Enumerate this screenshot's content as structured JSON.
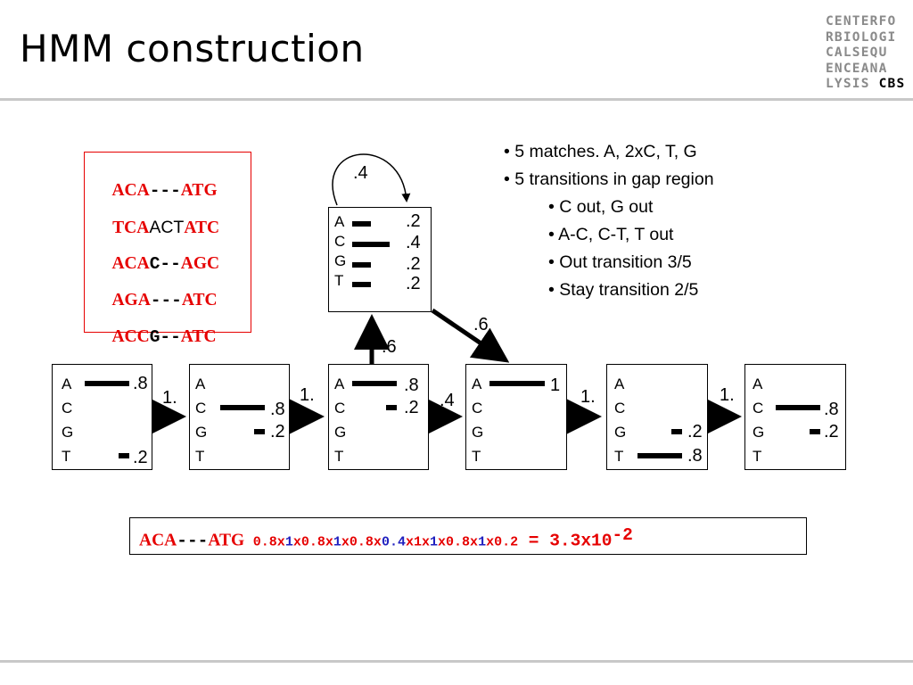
{
  "title": "HMM construction",
  "logo": {
    "lines": [
      "CENTERFO",
      "RBIOLOGI",
      "CALSEQU",
      "ENCEANA",
      "LYSIS"
    ],
    "cbs": "CBS"
  },
  "alignment": [
    {
      "parts": [
        {
          "t": "ACA",
          "c": "red"
        },
        {
          "t": "---",
          "c": "black"
        },
        {
          "t": "ATG",
          "c": "red"
        }
      ]
    },
    {
      "parts": [
        {
          "t": "TCA",
          "c": "red"
        },
        {
          "t": "ACT",
          "c": "black"
        },
        {
          "t": "ATC",
          "c": "red"
        }
      ]
    },
    {
      "parts": [
        {
          "t": "ACA",
          "c": "red"
        },
        {
          "t": "C--",
          "c": "black"
        },
        {
          "t": "AGC",
          "c": "red"
        }
      ]
    },
    {
      "parts": [
        {
          "t": "AGA",
          "c": "red"
        },
        {
          "t": "---",
          "c": "black"
        },
        {
          "t": "ATC",
          "c": "red"
        }
      ]
    },
    {
      "parts": [
        {
          "t": "ACC",
          "c": "red"
        },
        {
          "t": "G--",
          "c": "black"
        },
        {
          "t": "ATC",
          "c": "red"
        }
      ]
    }
  ],
  "bullets": [
    {
      "text": "• 5 matches. A, 2xC, T, G",
      "level": 0
    },
    {
      "text": "• 5 transitions in gap region",
      "level": 0
    },
    {
      "text": "• C out, G out",
      "level": 1
    },
    {
      "text": "• A-C, C-T, T out",
      "level": 1
    },
    {
      "text": "• Out transition 3/5",
      "level": 1
    },
    {
      "text": "• Stay transition 2/5",
      "level": 1
    }
  ],
  "match_states": [
    {
      "emissions": {
        "A": ".8",
        "C": "",
        "G": "",
        "T": ".2"
      },
      "fractions": {
        "A": 0.8,
        "C": 0,
        "G": 0,
        "T": 0.2
      }
    },
    {
      "emissions": {
        "A": "",
        "C": ".8",
        "G": ".2",
        "T": ""
      },
      "fractions": {
        "A": 0,
        "C": 0.8,
        "G": 0.2,
        "T": 0
      }
    },
    {
      "emissions": {
        "A": ".8",
        "C": ".2",
        "G": "",
        "T": ""
      },
      "fractions": {
        "A": 0.8,
        "C": 0.2,
        "G": 0,
        "T": 0
      }
    },
    {
      "emissions": {
        "A": "1",
        "C": "",
        "G": "",
        "T": ""
      },
      "fractions": {
        "A": 1.0,
        "C": 0,
        "G": 0,
        "T": 0
      }
    },
    {
      "emissions": {
        "A": "",
        "C": "",
        "G": ".2",
        "T": ".8"
      },
      "fractions": {
        "A": 0,
        "C": 0,
        "G": 0.2,
        "T": 0.8
      }
    },
    {
      "emissions": {
        "A": "",
        "C": ".8",
        "G": ".2",
        "T": ""
      },
      "fractions": {
        "A": 0,
        "C": 0.8,
        "G": 0.2,
        "T": 0
      }
    }
  ],
  "insert_state": {
    "emissions": {
      "A": ".2",
      "C": ".4",
      "G": ".2",
      "T": ".2"
    },
    "fractions": {
      "A": 0.2,
      "C": 0.4,
      "G": 0.2,
      "T": 0.2
    }
  },
  "transitions": {
    "t1": "1.",
    "t2": "1.",
    "t3": ".4",
    "t4": "1.",
    "t5": "1.",
    "to_insert": ".6",
    "from_insert": ".6",
    "self_loop": ".4"
  },
  "calculation": {
    "seq_red1": "ACA",
    "seq_dash": "---",
    "seq_red2": "ATG",
    "factors": [
      {
        "t": "0.8",
        "c": "r"
      },
      {
        "t": "x",
        "c": "r"
      },
      {
        "t": "1",
        "c": "b"
      },
      {
        "t": "x",
        "c": "r"
      },
      {
        "t": "0.8",
        "c": "r"
      },
      {
        "t": "x",
        "c": "r"
      },
      {
        "t": "1",
        "c": "b"
      },
      {
        "t": "x",
        "c": "r"
      },
      {
        "t": "0.8",
        "c": "r"
      },
      {
        "t": "x",
        "c": "r"
      },
      {
        "t": "0.4",
        "c": "b"
      },
      {
        "t": "x",
        "c": "r"
      },
      {
        "t": "1",
        "c": "r"
      },
      {
        "t": "x",
        "c": "r"
      },
      {
        "t": "1",
        "c": "b"
      },
      {
        "t": "x",
        "c": "r"
      },
      {
        "t": "0.8",
        "c": "r"
      },
      {
        "t": "x",
        "c": "r"
      },
      {
        "t": "1",
        "c": "b"
      },
      {
        "t": "x",
        "c": "r"
      },
      {
        "t": "0.2",
        "c": "r"
      }
    ],
    "result": " = 3.3x10",
    "exponent": "-2"
  }
}
